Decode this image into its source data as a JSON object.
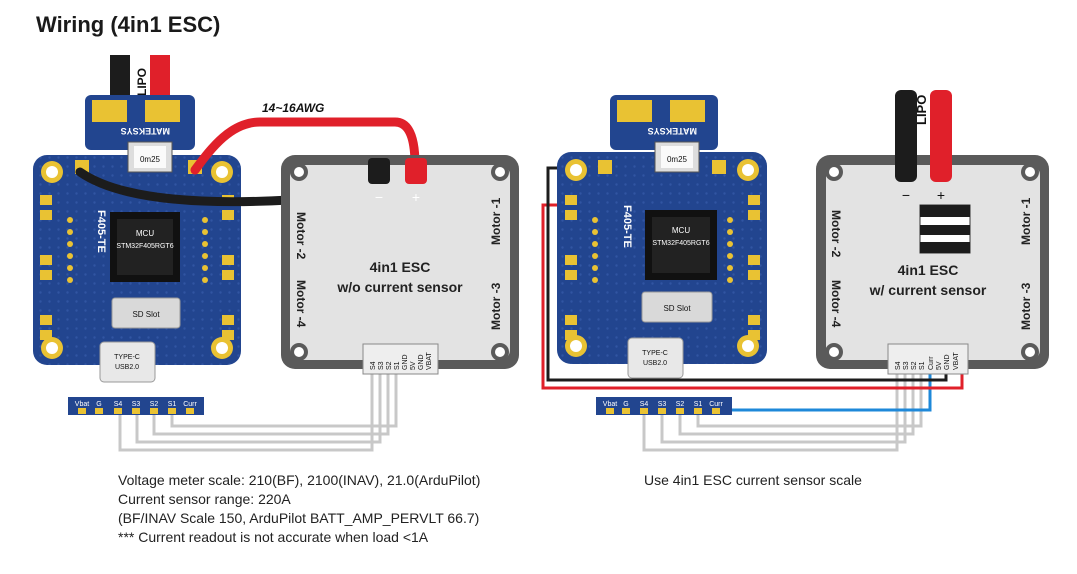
{
  "title": "Wiring (4in1 ESC)",
  "colors": {
    "board": "#22458f",
    "board_dark": "#16306a",
    "pad": "#e9c233",
    "esc_body": "#5a5a5a",
    "esc_face": "#e3e3e3",
    "wire_red": "#e0202a",
    "wire_black": "#1c1c1c",
    "wire_blue": "#1e88d9",
    "wire_gray": "#c9c9c9"
  },
  "left": {
    "lipo_label": "LIPO",
    "wire_gauge": "14~16AWG",
    "brand": "MATEKSYS",
    "board_name": "F405-TE",
    "mcu_label": "MCU",
    "mcu_part": "STM32F405RGT6",
    "inductor_label": "0m25",
    "sd_slot": "SD Slot",
    "usb_line1": "TYPE-C",
    "usb_line2": "USB2.0",
    "esc": {
      "title_line1": "4in1 ESC",
      "title_line2": "w/o current sensor",
      "motor1": "Motor -1",
      "motor2": "Motor -2",
      "motor3": "Motor -3",
      "motor4": "Motor -4",
      "minus": "−",
      "plus": "+",
      "pins": [
        "S4",
        "S3",
        "S2",
        "S1",
        "GND",
        "5V",
        "GND",
        "VBAT"
      ]
    },
    "header_pins": [
      "Vbat",
      "G",
      "S4",
      "S3",
      "S2",
      "S1",
      "Curr"
    ],
    "notes": [
      "Voltage meter scale: 210(BF), 2100(INAV),  21.0(ArduPilot)",
      "Current sensor range: 220A",
      "(BF/INAV Scale 150,  ArduPilot BATT_AMP_PERVLT 66.7)",
      "*** Current readout is not accurate when load <1A"
    ]
  },
  "right": {
    "lipo_label": "LIPO",
    "brand": "MATEKSYS",
    "board_name": "F405-TE",
    "mcu_label": "MCU",
    "mcu_part": "STM32F405RGT6",
    "inductor_label": "0m25",
    "sd_slot": "SD Slot",
    "usb_line1": "TYPE-C",
    "usb_line2": "USB2.0",
    "esc": {
      "title_line1": "4in1 ESC",
      "title_line2": "w/ current sensor",
      "motor1": "Motor -1",
      "motor2": "Motor -2",
      "motor3": "Motor -3",
      "motor4": "Motor -4",
      "minus": "−",
      "plus": "+",
      "pins": [
        "S4",
        "S3",
        "S2",
        "S1",
        "Curr",
        "5V",
        "GND",
        "VBAT"
      ]
    },
    "header_pins": [
      "Vbat",
      "G",
      "S4",
      "S3",
      "S2",
      "S1",
      "Curr"
    ],
    "notes": [
      "Use 4in1 ESC current sensor scale"
    ]
  }
}
